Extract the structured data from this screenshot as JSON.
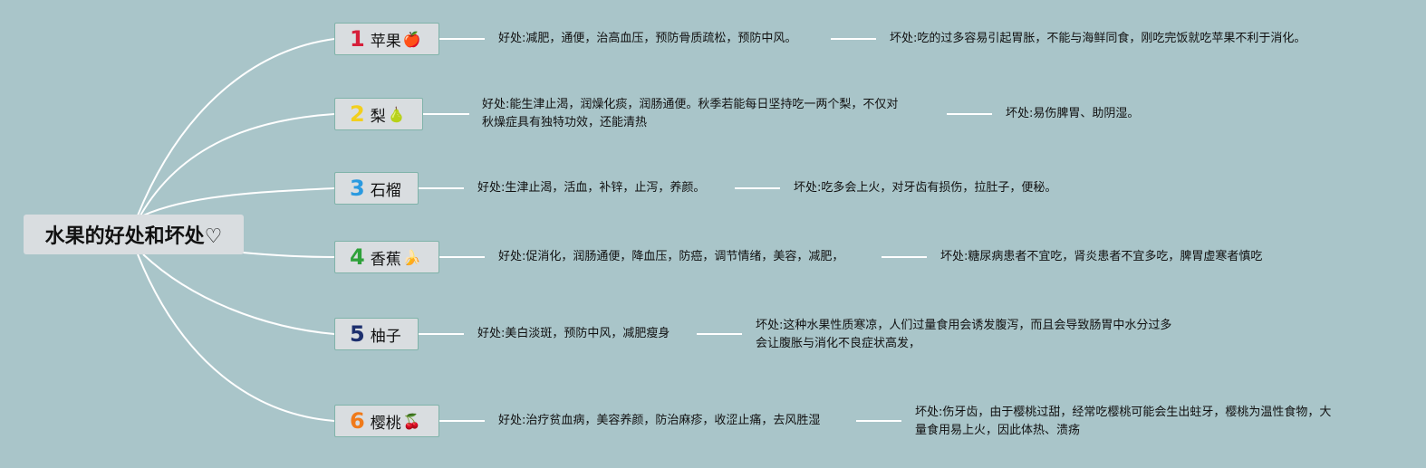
{
  "root": {
    "title": "水果的好处和坏处♡"
  },
  "branches": [
    {
      "num": "1",
      "num_color": "#d61f3a",
      "name": "苹果",
      "emoji": "🍎",
      "good": "好处:减肥，通便，治高血压，预防骨质疏松，预防中风。",
      "bad": "坏处:吃的过多容易引起胃胀，不能与海鲜同食，刚吃完饭就吃苹果不利于消化。"
    },
    {
      "num": "2",
      "num_color": "#f2cf1d",
      "name": "梨",
      "emoji": "🍐",
      "good_line1": "好处:能生津止渴，润燥化痰，润肠通便。秋季若能每日坚持吃一两个梨，不仅对",
      "good_line2": "秋燥症具有独特功效，还能清热",
      "bad": "坏处:易伤脾胃、助阴湿。"
    },
    {
      "num": "3",
      "num_color": "#2a9ae0",
      "name": "石榴",
      "emoji": "",
      "good": "好处:生津止渴，活血，补锌，止泻，养颜。",
      "bad": "坏处:吃多会上火，对牙齿有损伤，拉肚子，便秘。"
    },
    {
      "num": "4",
      "num_color": "#2ea13a",
      "name": "香蕉",
      "emoji": "🍌",
      "good": "好处:促消化，润肠通便，降血压，防癌，调节情绪，美容，减肥，",
      "bad": "坏处:糖尿病患者不宜吃，肾炎患者不宜多吃，脾胃虚寒者慎吃"
    },
    {
      "num": "5",
      "num_color": "#1c2f6e",
      "name": "柚子",
      "emoji": "",
      "good": "好处:美白淡斑，预防中风，减肥瘦身",
      "bad_line1": "坏处:这种水果性质寒凉，人们过量食用会诱发腹泻，而且会导致肠胃中水分过多",
      "bad_line2": "会让腹胀与消化不良症状高发，"
    },
    {
      "num": "6",
      "num_color": "#f07a1a",
      "name": "樱桃",
      "emoji": "🍒",
      "good": "好处:治疗贫血病，美容养颜，防治麻疹，收涩止痛，去风胜湿",
      "bad_line1": "坏处:伤牙齿，由于樱桃过甜，经常吃樱桃可能会生出蛀牙，樱桃为温性食物，大",
      "bad_line2": "量食用易上火，因此体热、溃疡"
    }
  ]
}
